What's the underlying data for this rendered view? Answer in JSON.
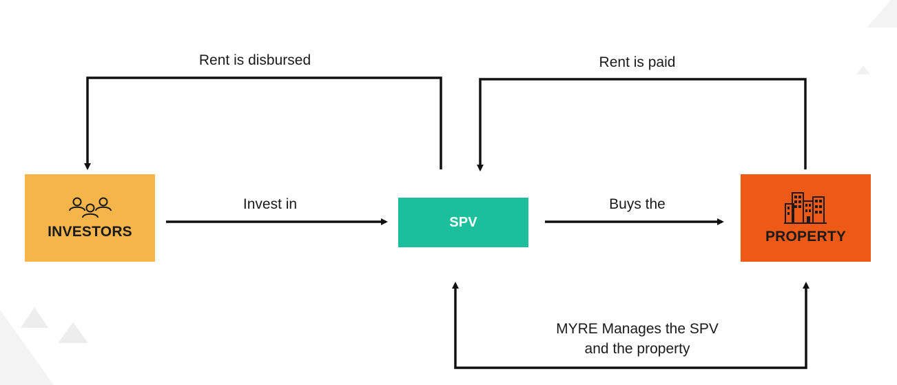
{
  "nodes": {
    "investors": {
      "label": "INVESTORS",
      "icon": "people-group-icon",
      "color": "#f5b54b"
    },
    "spv": {
      "label": "SPV",
      "color": "#1bbf9c"
    },
    "property": {
      "label": "PROPERTY",
      "icon": "buildings-icon",
      "color": "#ee5a16"
    }
  },
  "edges": {
    "rent_disbursed": "Rent is disbursed",
    "rent_paid": "Rent is paid",
    "invest_in": "Invest in",
    "buys_the": "Buys the",
    "myre_manages_line1": "MYRE Manages the SPV",
    "myre_manages_line2": "and the property"
  }
}
